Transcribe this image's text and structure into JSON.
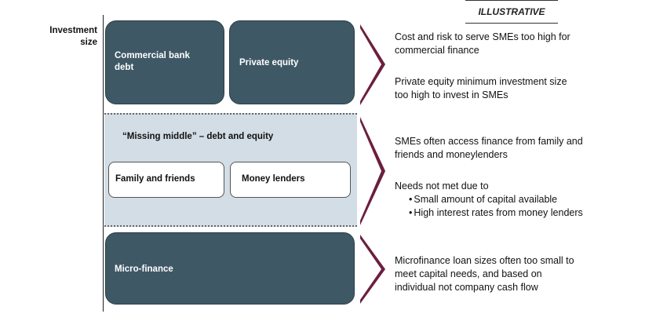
{
  "illustrative_tag": "ILLUSTRATIVE",
  "axis_label_line1": "Investment",
  "axis_label_line2": "size",
  "top_row": {
    "commercial_bank_line1": "Commercial bank",
    "commercial_bank_line2": "debt",
    "private_equity": "Private equity"
  },
  "missing_middle": {
    "title": "“Missing middle” – debt and equity",
    "family_and_friends": "Family and friends",
    "money_lenders": "Money lenders"
  },
  "bottom_row": {
    "micro_finance": "Micro-finance"
  },
  "notes": {
    "top_1_line1": "Cost and risk to serve SMEs too high for",
    "top_1_line2": "commercial finance",
    "top_2_line1": "Private equity minimum investment size",
    "top_2_line2": "too high to invest in SMEs",
    "mid_1_line1": "SMEs often access finance from family and",
    "mid_1_line2": "friends and moneylenders",
    "mid_2_intro": "Needs not met due to",
    "mid_2_bullet1": "Small amount of capital available",
    "mid_2_bullet2": "High interest rates from money lenders",
    "bottom_line1": "Microfinance loan sizes often too small to",
    "bottom_line2": "meet capital needs, and based on",
    "bottom_line3": "individual not company cash flow"
  },
  "colors": {
    "dark_box": "#3f5866",
    "band": "#d3dde5",
    "chevron": "#6b1f3f"
  }
}
